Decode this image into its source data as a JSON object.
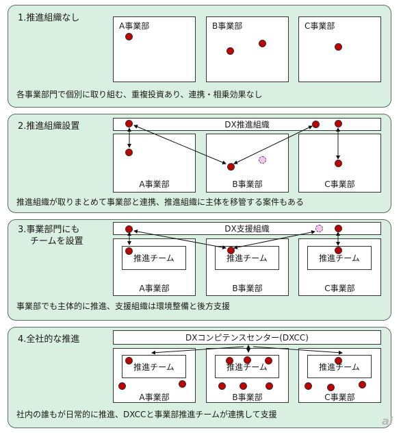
{
  "p1": {
    "title": "1.推進組織なし",
    "a": "A事業部",
    "b": "B事業部",
    "c": "C事業部",
    "caption": "各事業部門で個別に取り組む、重複投資あり、連携・相乗効果なし"
  },
  "p2": {
    "title": "2.推進組織設置",
    "org": "DX推進組織",
    "a": "A事業部",
    "b": "B事業部",
    "c": "C事業部",
    "caption": "推進組織が取りまとめて事業部と連携、推進組織に主体を移管する案件もある"
  },
  "p3": {
    "title_line1": "3.事業部門にも",
    "title_line2": "チームを設置",
    "org": "DX支援組織",
    "team": "推進チーム",
    "a": "A事業部",
    "b": "B事業部",
    "c": "C事業部",
    "caption": "事業部でも主体的に推進、支援組織は環境整備と後方支援"
  },
  "p4": {
    "title": "4.全社的な推進",
    "org": "DXコンピテンスセンター(DXCC)",
    "team": "推進チーム",
    "a": "A事業部",
    "b": "B事業部",
    "c": "C事業部",
    "caption": "社内の誰もが日常的に推進、DXCCと事業部推進チームが連携して支援"
  },
  "colors": {
    "panel": "#d9efe1",
    "dot": "#c00000",
    "pink_dot": "#f4c4ee"
  }
}
